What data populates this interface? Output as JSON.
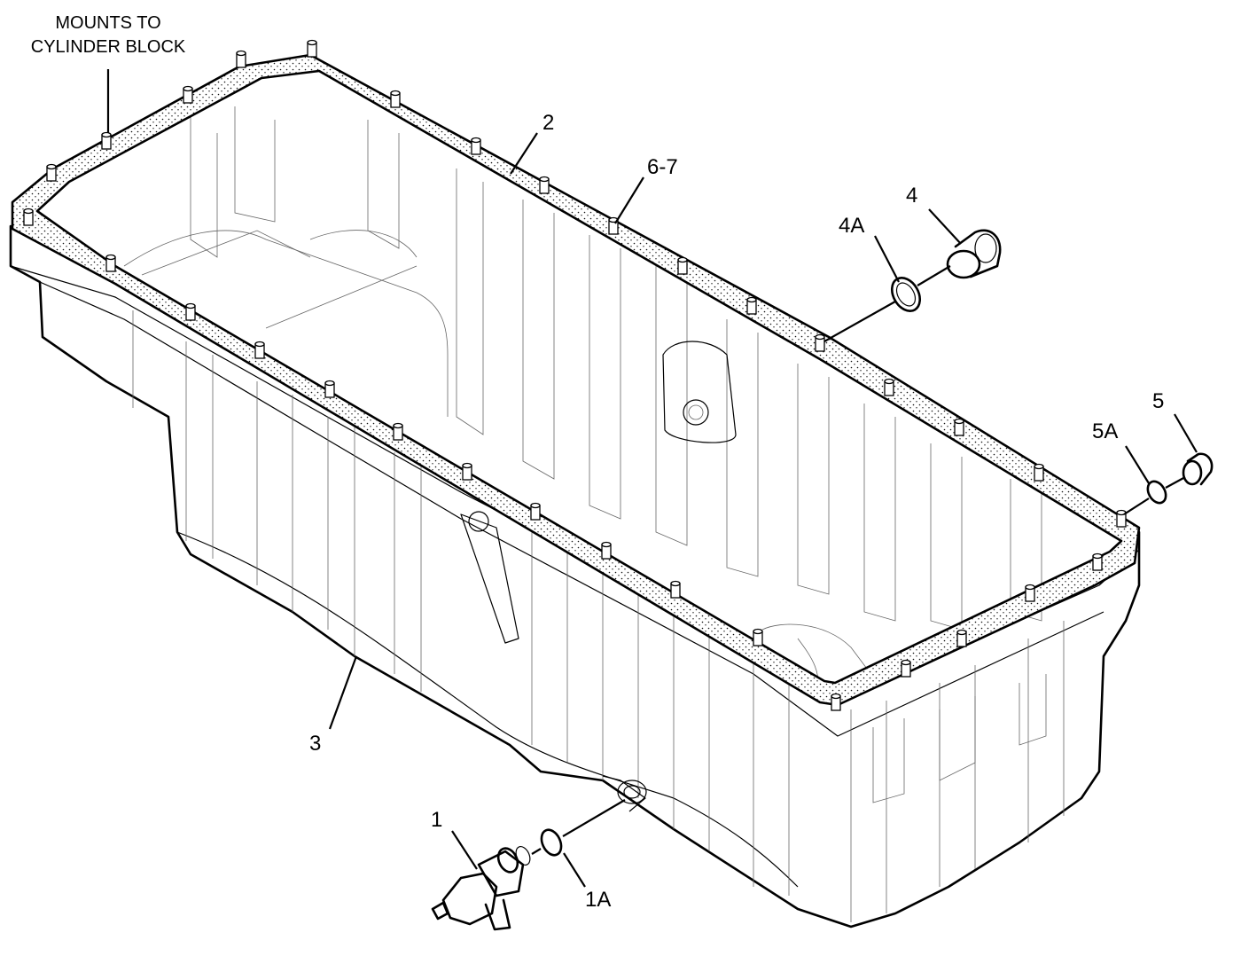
{
  "diagram": {
    "note": [
      "MOUNTS TO",
      "CYLINDER BLOCK"
    ],
    "callouts": {
      "part_1": "1",
      "part_1a": "1A",
      "part_2": "2",
      "part_3": "3",
      "part_4": "4",
      "part_4a": "4A",
      "part_5": "5",
      "part_5a": "5A",
      "part_6_7": "6-7"
    }
  }
}
